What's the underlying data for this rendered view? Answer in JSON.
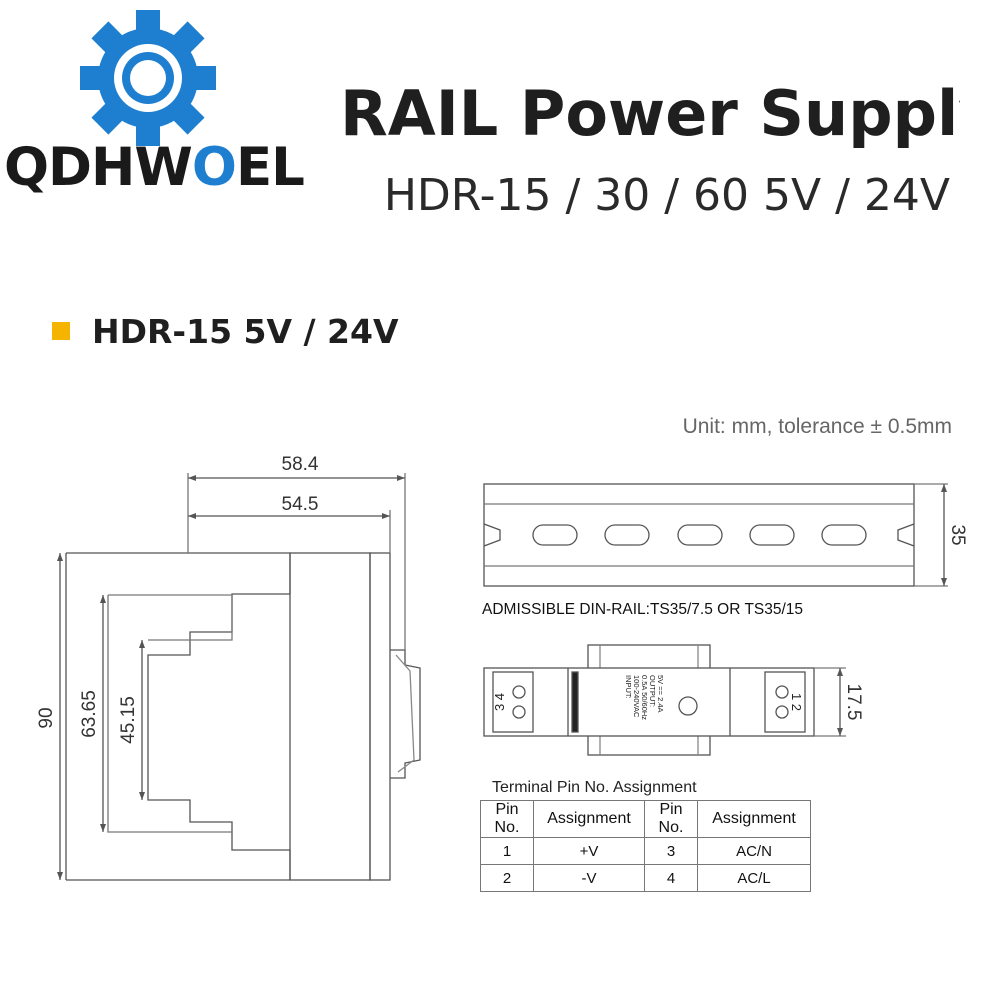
{
  "brand": {
    "text_main": "QDHW",
    "text_accent": "O",
    "text_end": "EL",
    "logo_icon": "gear-icon",
    "accent_color": "#1e7fd0"
  },
  "header": {
    "title": "RAIL Power Supply",
    "subtitle": "HDR-15 / 30 / 60  5V / 24V"
  },
  "section": {
    "title": "HDR-15 5V / 24V",
    "marker_color": "#f5b400"
  },
  "unit_note": "Unit: mm, tolerance ± 0.5mm",
  "dimensions": {
    "width_outer": "58.4",
    "width_inner": "54.5",
    "height_total": "90",
    "height_step": "63.65",
    "height_front": "45.15",
    "rail_height": "35",
    "module_width": "17.5"
  },
  "din_rail": {
    "note": "ADMISSIBLE DIN-RAIL:TS35/7.5 OR TS35/15"
  },
  "front_view": {
    "left_pins": "3 4",
    "right_pins": "1 2",
    "label_lines": [
      "INPUT:",
      "100-240VAC",
      "0.5A 50/60Hz",
      "OUTPUT:",
      "5V == 2.4A"
    ]
  },
  "pin_table": {
    "caption": "Terminal Pin No.  Assignment",
    "headers": [
      "Pin No.",
      "Assignment",
      "Pin No.",
      "Assignment"
    ],
    "rows": [
      [
        "1",
        "+V",
        "3",
        "AC/N"
      ],
      [
        "2",
        "-V",
        "4",
        "AC/L"
      ]
    ]
  }
}
